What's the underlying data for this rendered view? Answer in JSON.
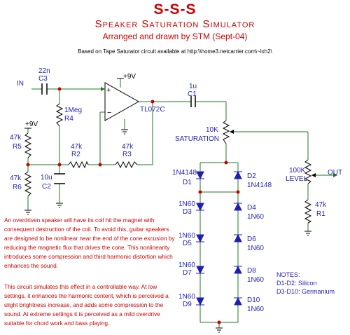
{
  "header": {
    "title": "S-S-S",
    "subtitle": "Speaker Saturation Simulator",
    "byline": "Arranged and drawn by STM   (Sept-04)",
    "source_note": "Based on Tape Saturator circuit available at http:\\\\home3.netcarrier.com\\~lxh2\\"
  },
  "labels": {
    "in": "IN",
    "out": "OUT",
    "supply_top": "+9V",
    "supply_left": "+9V",
    "c3_value": "22n",
    "c3_name": "C3",
    "r4_value": "1Meg",
    "r4_name": "R4",
    "opamp": "TL072C",
    "c1_value": "1u",
    "c1_name": "C1",
    "pot_sat_value": "10K",
    "pot_sat_name": "SATURATION",
    "r5_value": "47k",
    "r5_name": "R5",
    "r6_value": "47k",
    "r6_name": "R6",
    "c2_value": "10u",
    "c2_name": "C2",
    "r2_value": "47k",
    "r2_name": "R2",
    "r3_value": "47k",
    "r3_name": "R3",
    "pot_level_value": "100K",
    "pot_level_name": "LEVEL",
    "r1_value": "47k",
    "r1_name": "R1",
    "d1_type": "1N4148",
    "d1_name": "D1",
    "d2_name": "D2",
    "d2_type": "1N4148",
    "d3_type": "1N60",
    "d3_name": "D3",
    "d4_name": "D4",
    "d4_type": "1N60",
    "d5_type": "1N60",
    "d5_name": "D5",
    "d6_name": "D6",
    "d6_type": "1N60",
    "d7_type": "1N60",
    "d7_name": "D7",
    "d8_name": "D8",
    "d8_type": "1N60",
    "d9_type": "1N60",
    "d9_name": "D9",
    "d10_name": "D10",
    "d10_type": "1N60"
  },
  "notes": {
    "heading": "NOTES:",
    "line1": "D1-D2: Silicon",
    "line2": "D3-D10: Germanium"
  },
  "description": {
    "para1": "An overdriven speaker will have its coil hit the magnet with consequent destruction of the coil.  To avoid this, guitar speakers are designed to be nonlinear near the end of the cone excusion by reducing the magnetic flux that drives the cone.  This nonlinearity introduces some compression and third harmonic distortion which enhances the sound.",
    "para2": "This circuit simulates this effect in a controllable way. At low settings, it enhances the harmonic content, which is perceived a slight brightness increase, and adds some compression to the sound.  At extreme settings it is perceived as a mild overdrive suitable for chord work and bass playing."
  },
  "colors": {
    "title": "#cc0000",
    "text": "#1f1fb4",
    "wire": "#1f7a1f",
    "component": "#000000",
    "node": "#cc0000"
  }
}
